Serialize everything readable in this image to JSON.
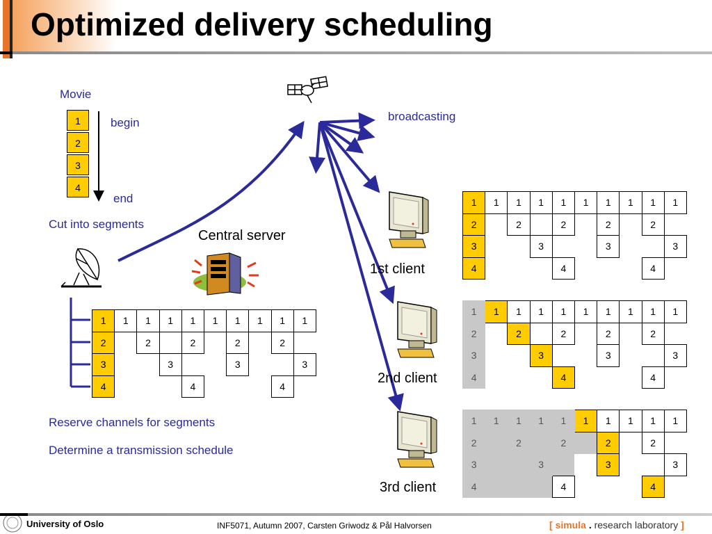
{
  "title": "Optimized delivery scheduling",
  "labels": {
    "movie": "Movie",
    "begin": "begin",
    "end": "end",
    "cut": "Cut into segments",
    "central_server": "Central server",
    "broadcasting": "broadcasting",
    "reserve": "Reserve channels for segments",
    "determine": "Determine a transmission schedule",
    "client1": "1st client",
    "client2": "2nd client",
    "client3": "3rd client"
  },
  "movie_segments": [
    "1",
    "2",
    "3",
    "4"
  ],
  "schedule": [
    [
      "1",
      "1",
      "1",
      "1",
      "1",
      "1",
      "1",
      "1",
      "1",
      "1"
    ],
    [
      "2",
      "",
      "2",
      "",
      "2",
      "",
      "2",
      "",
      "2",
      ""
    ],
    [
      "3",
      "",
      "",
      "3",
      "",
      "",
      "3",
      "",
      "",
      "3"
    ],
    [
      "4",
      "",
      "",
      "",
      "4",
      "",
      "",
      "",
      "4",
      ""
    ]
  ],
  "footer": {
    "university": "University of Oslo",
    "course": "INF5071,  Autumn 2007,  Carsten Griwodz & Pål Halvorsen",
    "lab_open": "[",
    "lab_simula": "simula",
    "lab_dot": ".",
    "lab_rest": "research laboratory",
    "lab_close": "]"
  },
  "colors": {
    "accent_blue": "#2a2a9a",
    "segment_yellow": "#ffcc00",
    "received_gray": "#c8c8c8",
    "title_orange": "#e8742a"
  },
  "icons": [
    "satellite-icon",
    "satellite-dish-icon",
    "server-icon",
    "computer-icon"
  ]
}
